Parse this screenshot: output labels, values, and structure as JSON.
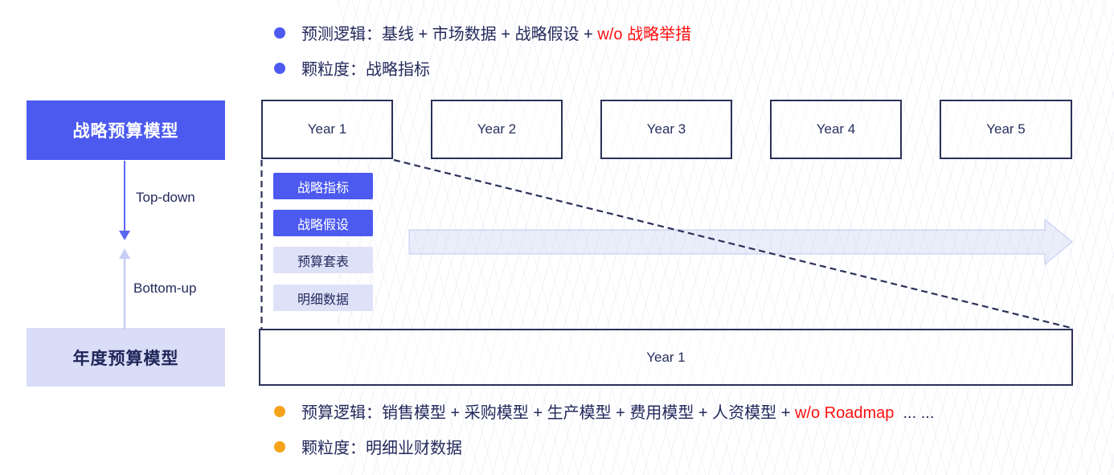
{
  "top_bullets": [
    {
      "prefix": "预测逻辑：基线 + 市场数据 + 战略假设 + ",
      "highlight": "w/o 战略举措",
      "suffix": ""
    },
    {
      "prefix": "颗粒度：战略指标",
      "highlight": "",
      "suffix": ""
    }
  ],
  "bottom_bullets": [
    {
      "prefix": "预算逻辑：销售模型 + 采购模型 + 生产模型 + 费用模型 + 人资模型 + ",
      "highlight": "w/o Roadmap",
      "suffix": "  ... ..."
    },
    {
      "prefix": "颗粒度：明细业财数据",
      "highlight": "",
      "suffix": ""
    }
  ],
  "left_panel": {
    "strategic_model_label": "战略预算模型",
    "annual_model_label": "年度预算模型",
    "top_down_label": "Top-down",
    "bottom_up_label": "Bottom-up"
  },
  "strategic_year_row": [
    "Year 1",
    "Year 2",
    "Year 3",
    "Year 4",
    "Year 5"
  ],
  "annual_year_label": "Year 1",
  "strategic_tags": [
    "战略指标",
    "战略假设",
    "预算套表",
    "明细数据"
  ],
  "colors": {
    "accent_blue": "#4C5AF0",
    "light_lavender": "#D9DDF7",
    "dark_navy": "#232A5C",
    "highlight_red": "#FE1010",
    "bullet_orange": "#F5A31A",
    "box_border": "#2B3158"
  }
}
